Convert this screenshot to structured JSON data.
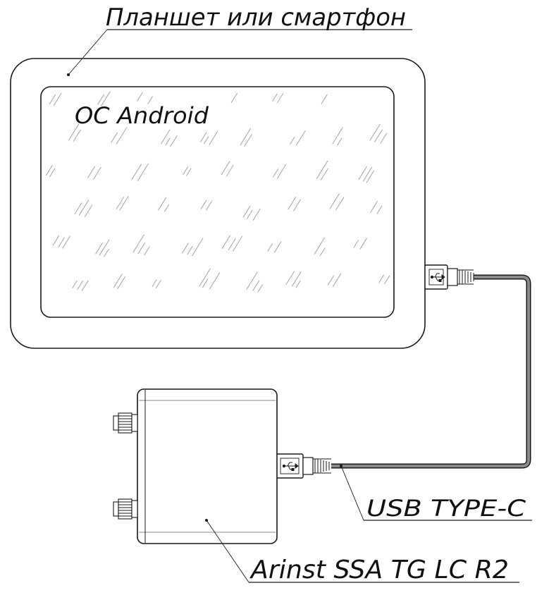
{
  "labels": {
    "device_label": "Планшет или смартфон",
    "os_label": "ОС Android",
    "cable_label": "USB TYPE-C",
    "instrument_label": "Arinst SSA TG LC R2"
  },
  "icons": {
    "usb": "usb-icon"
  },
  "colors": {
    "line": "#1a1a1a",
    "cable": "#6e6e6e",
    "glare": "#9a9a9a"
  }
}
